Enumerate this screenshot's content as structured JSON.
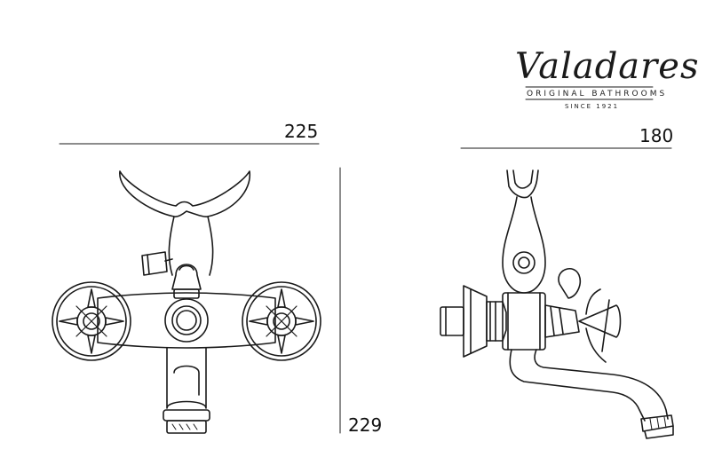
{
  "brand": {
    "name": "Valadares",
    "tagline": "ORIGINAL BATHROOMS",
    "since": "SINCE 1921"
  },
  "dimensions": {
    "front_width": "225",
    "side_depth": "180",
    "height": "229"
  }
}
